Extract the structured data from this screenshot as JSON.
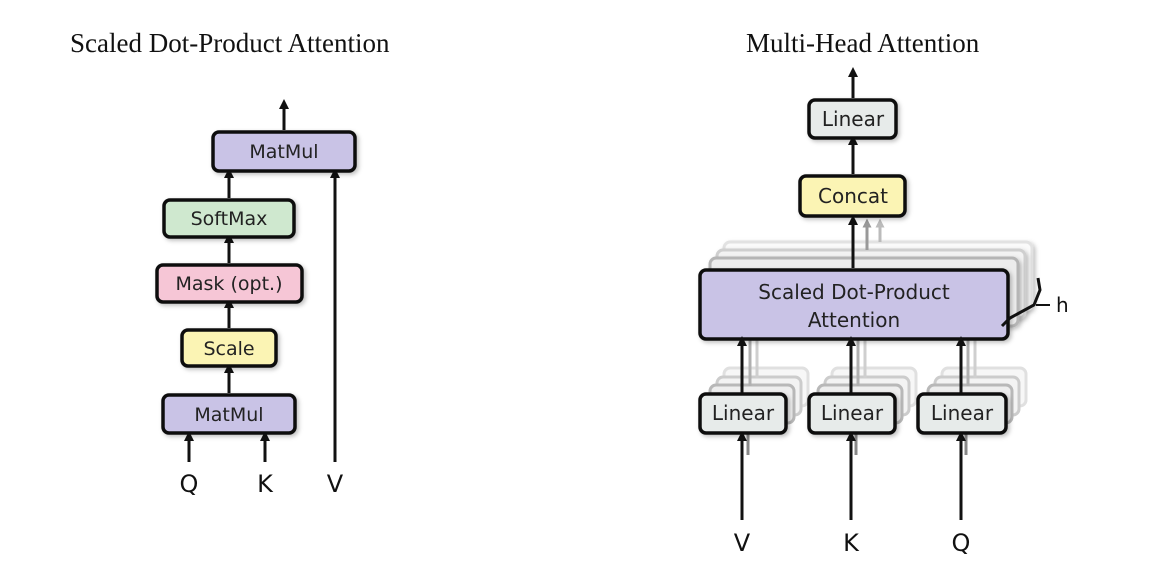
{
  "left_diagram": {
    "title": "Scaled Dot-Product Attention",
    "blocks": {
      "matmul_top": "MatMul",
      "softmax": "SoftMax",
      "mask": "Mask (opt.)",
      "scale": "Scale",
      "matmul_bottom": "MatMul"
    },
    "inputs": {
      "q": "Q",
      "k": "K",
      "v": "V"
    }
  },
  "right_diagram": {
    "title": "Multi-Head Attention",
    "blocks": {
      "linear_out": "Linear",
      "concat": "Concat",
      "attention_line1": "Scaled Dot-Product",
      "attention_line2": "Attention",
      "linear_v": "Linear",
      "linear_k": "Linear",
      "linear_q": "Linear"
    },
    "heads_label": "h",
    "inputs": {
      "v": "V",
      "k": "K",
      "q": "Q"
    }
  },
  "colors": {
    "matmul": "#c9c3e6",
    "softmax": "#cfe8cf",
    "mask": "#f6c6d6",
    "scale": "#fbf4b4",
    "linear": "#e7ebea",
    "concat": "#fbf4b4",
    "attention": "#c9c3e6",
    "stroke": "#111111"
  }
}
